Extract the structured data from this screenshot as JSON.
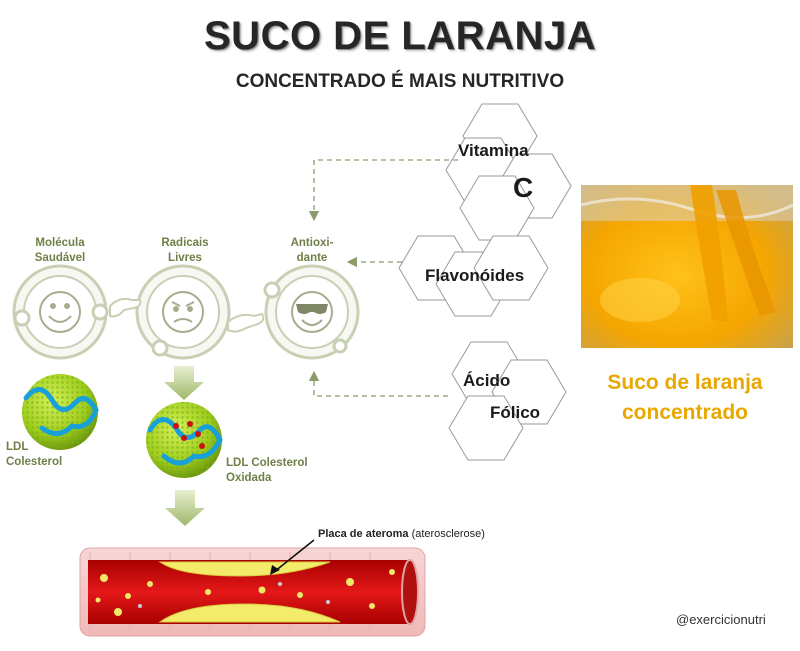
{
  "header": {
    "title": "SUCO DE LARANJA",
    "subtitle": "CONCENTRADO É MAIS NUTRITIVO"
  },
  "molecules": [
    {
      "label_line1": "Molécula",
      "label_line2": "Saudável"
    },
    {
      "label_line1": "Radicais",
      "label_line2": "Livres"
    },
    {
      "label_line1": "Antioxi-",
      "label_line2": "dante"
    }
  ],
  "nutrients": {
    "vitamina_c": {
      "line1": "Vitamina",
      "line2": "C"
    },
    "flavonoides": {
      "line1": "Flavonóides"
    },
    "acido_folico": {
      "line1": "Ácido",
      "line2": "Fólico"
    }
  },
  "ldl": {
    "normal_line1": "LDL",
    "normal_line2": "Colesterol",
    "oxidized_line1": "LDL Colesterol",
    "oxidized_line2": "Oxidada"
  },
  "plaque": {
    "bold": "Placa de ateroma",
    "normal": "(aterosclerose)"
  },
  "photo": {
    "caption_line1": "Suco de laranja",
    "caption_line2": "concentrado"
  },
  "credit": "@exercicionutri",
  "colors": {
    "green": "#6f7f47",
    "yellow_accent": "#e8a800",
    "artery_red": "#d01010",
    "plaque_yellow": "#f3ec6a"
  }
}
